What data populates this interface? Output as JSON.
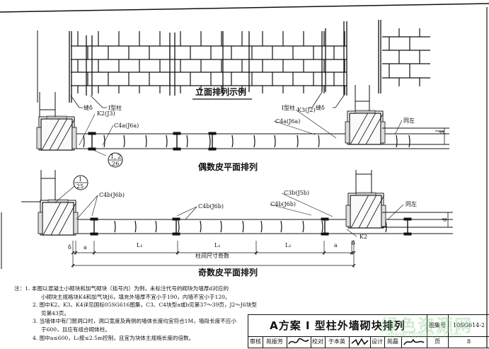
{
  "elevation": {
    "title": "立面排列示例",
    "labels": {
      "seam_left": "缝δ",
      "column_left": "I型柱",
      "column_right": "I型柱",
      "seam_right": "缝δ"
    }
  },
  "even_plan": {
    "title": "偶数皮平面排列",
    "labels": {
      "k2": "K2(J3)",
      "c4a_left": "C4a(J6a)",
      "k3": "K3(J2)",
      "c4a_right": "C4a(J6a)",
      "same_left": "同左",
      "d": "d"
    },
    "ref_circle": {
      "top": "1, 2",
      "bottom": "26"
    }
  },
  "odd_plan": {
    "title": "奇数皮平面排列",
    "labels": {
      "c4b_1": "C4b(J6b)",
      "c4b_2": "C4b(J6b)",
      "c3b": "C3b(J5b)",
      "c4b_3": "C4b(J6b)",
      "same_left": "同左",
      "k2": "K2",
      "d": "d"
    },
    "ref_circle": {
      "top": "1",
      "bottom": "25"
    },
    "dimensions": {
      "delta": "δ",
      "a": "a",
      "l1": "L₁",
      "span": "柱间尺寸奇数"
    }
  },
  "notes": {
    "prefix": "注：",
    "items": [
      "1. 本图以混凝土小砌块和加气砌块（括号内）为例，未标注代号的砌块为墙厚d对应的",
      "小砌块主规格块K4和加气块J6，填充外墙厚不宜小于190，内墙不宜小于120。",
      "2. 图中K2、K3、K4详见国标05SG616图集，C3、C4块型a或b见第37～39页，J2～J6块型",
      "见第43页。",
      "3. 当墙体中有门窗洞口时，洞口宽度及两侧的墙体长度均宜符合1M，墙段长度不应小",
      "于600，且应有组合砌体柱。",
      "4. 图中a≤600，L₁按≤2.5m控制，且宜为块体主规格长度的倍数。"
    ]
  },
  "title_block": {
    "title": "A方案 I 型柱外墙砌块排列",
    "atlas_label": "图集号",
    "atlas_no": "10SG614-2",
    "review_label": "审核",
    "reviewer": "苑振芳",
    "check_label": "校对",
    "checker": "于本英",
    "design_label": "设计",
    "designer": "苑磊",
    "page_label": "页",
    "page_no": "8"
  },
  "watermark": {
    "text": "绿色资源网",
    "url": "www.downcc.com"
  }
}
